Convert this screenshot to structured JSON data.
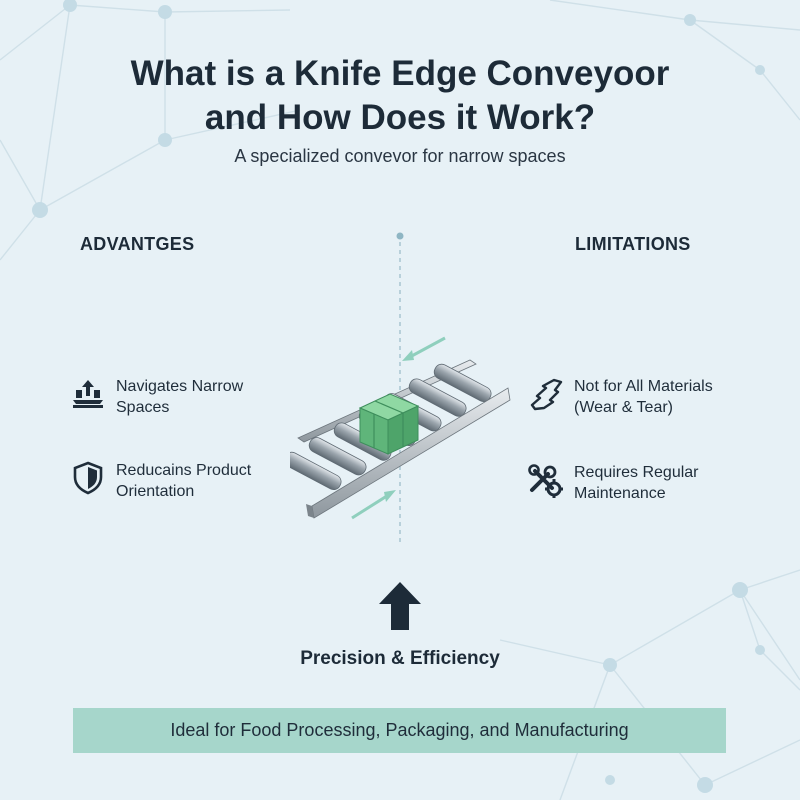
{
  "header": {
    "title_line1": "What is a Knife Edge Conveyoor",
    "title_line2": "and How Does it Work?",
    "subtitle": "A specialized convevor for narrow spaces"
  },
  "advantages": {
    "heading": "ADVANTGES",
    "items": [
      {
        "line1": "Navigates Narrow",
        "line2": "Spaces",
        "icon": "narrow-space-icon"
      },
      {
        "line1": "Reducains Product",
        "line2": "Orientation",
        "icon": "shield-icon"
      }
    ]
  },
  "limitations": {
    "heading": "LIMITATIONS",
    "items": [
      {
        "line1": "Not for All Materials",
        "line2": "(Wear & Tear)",
        "icon": "broken-edge-icon"
      },
      {
        "line1": "Requires Regular",
        "line2": "Maintenance",
        "icon": "wrench-gear-icon"
      }
    ]
  },
  "center": {
    "caption": "Precision & Efficiency",
    "illustration": "knife-edge-conveyor-with-box",
    "arrow_icon": "up-arrow-icon"
  },
  "banner": {
    "text": "Ideal for Food Processing, Packaging, and Manufacturing"
  },
  "colors": {
    "background": "#e7f1f6",
    "text": "#1d2b38",
    "accent_teal": "#a6d6cb",
    "box_green": "#6cc48a",
    "network": "#c9dde6"
  }
}
